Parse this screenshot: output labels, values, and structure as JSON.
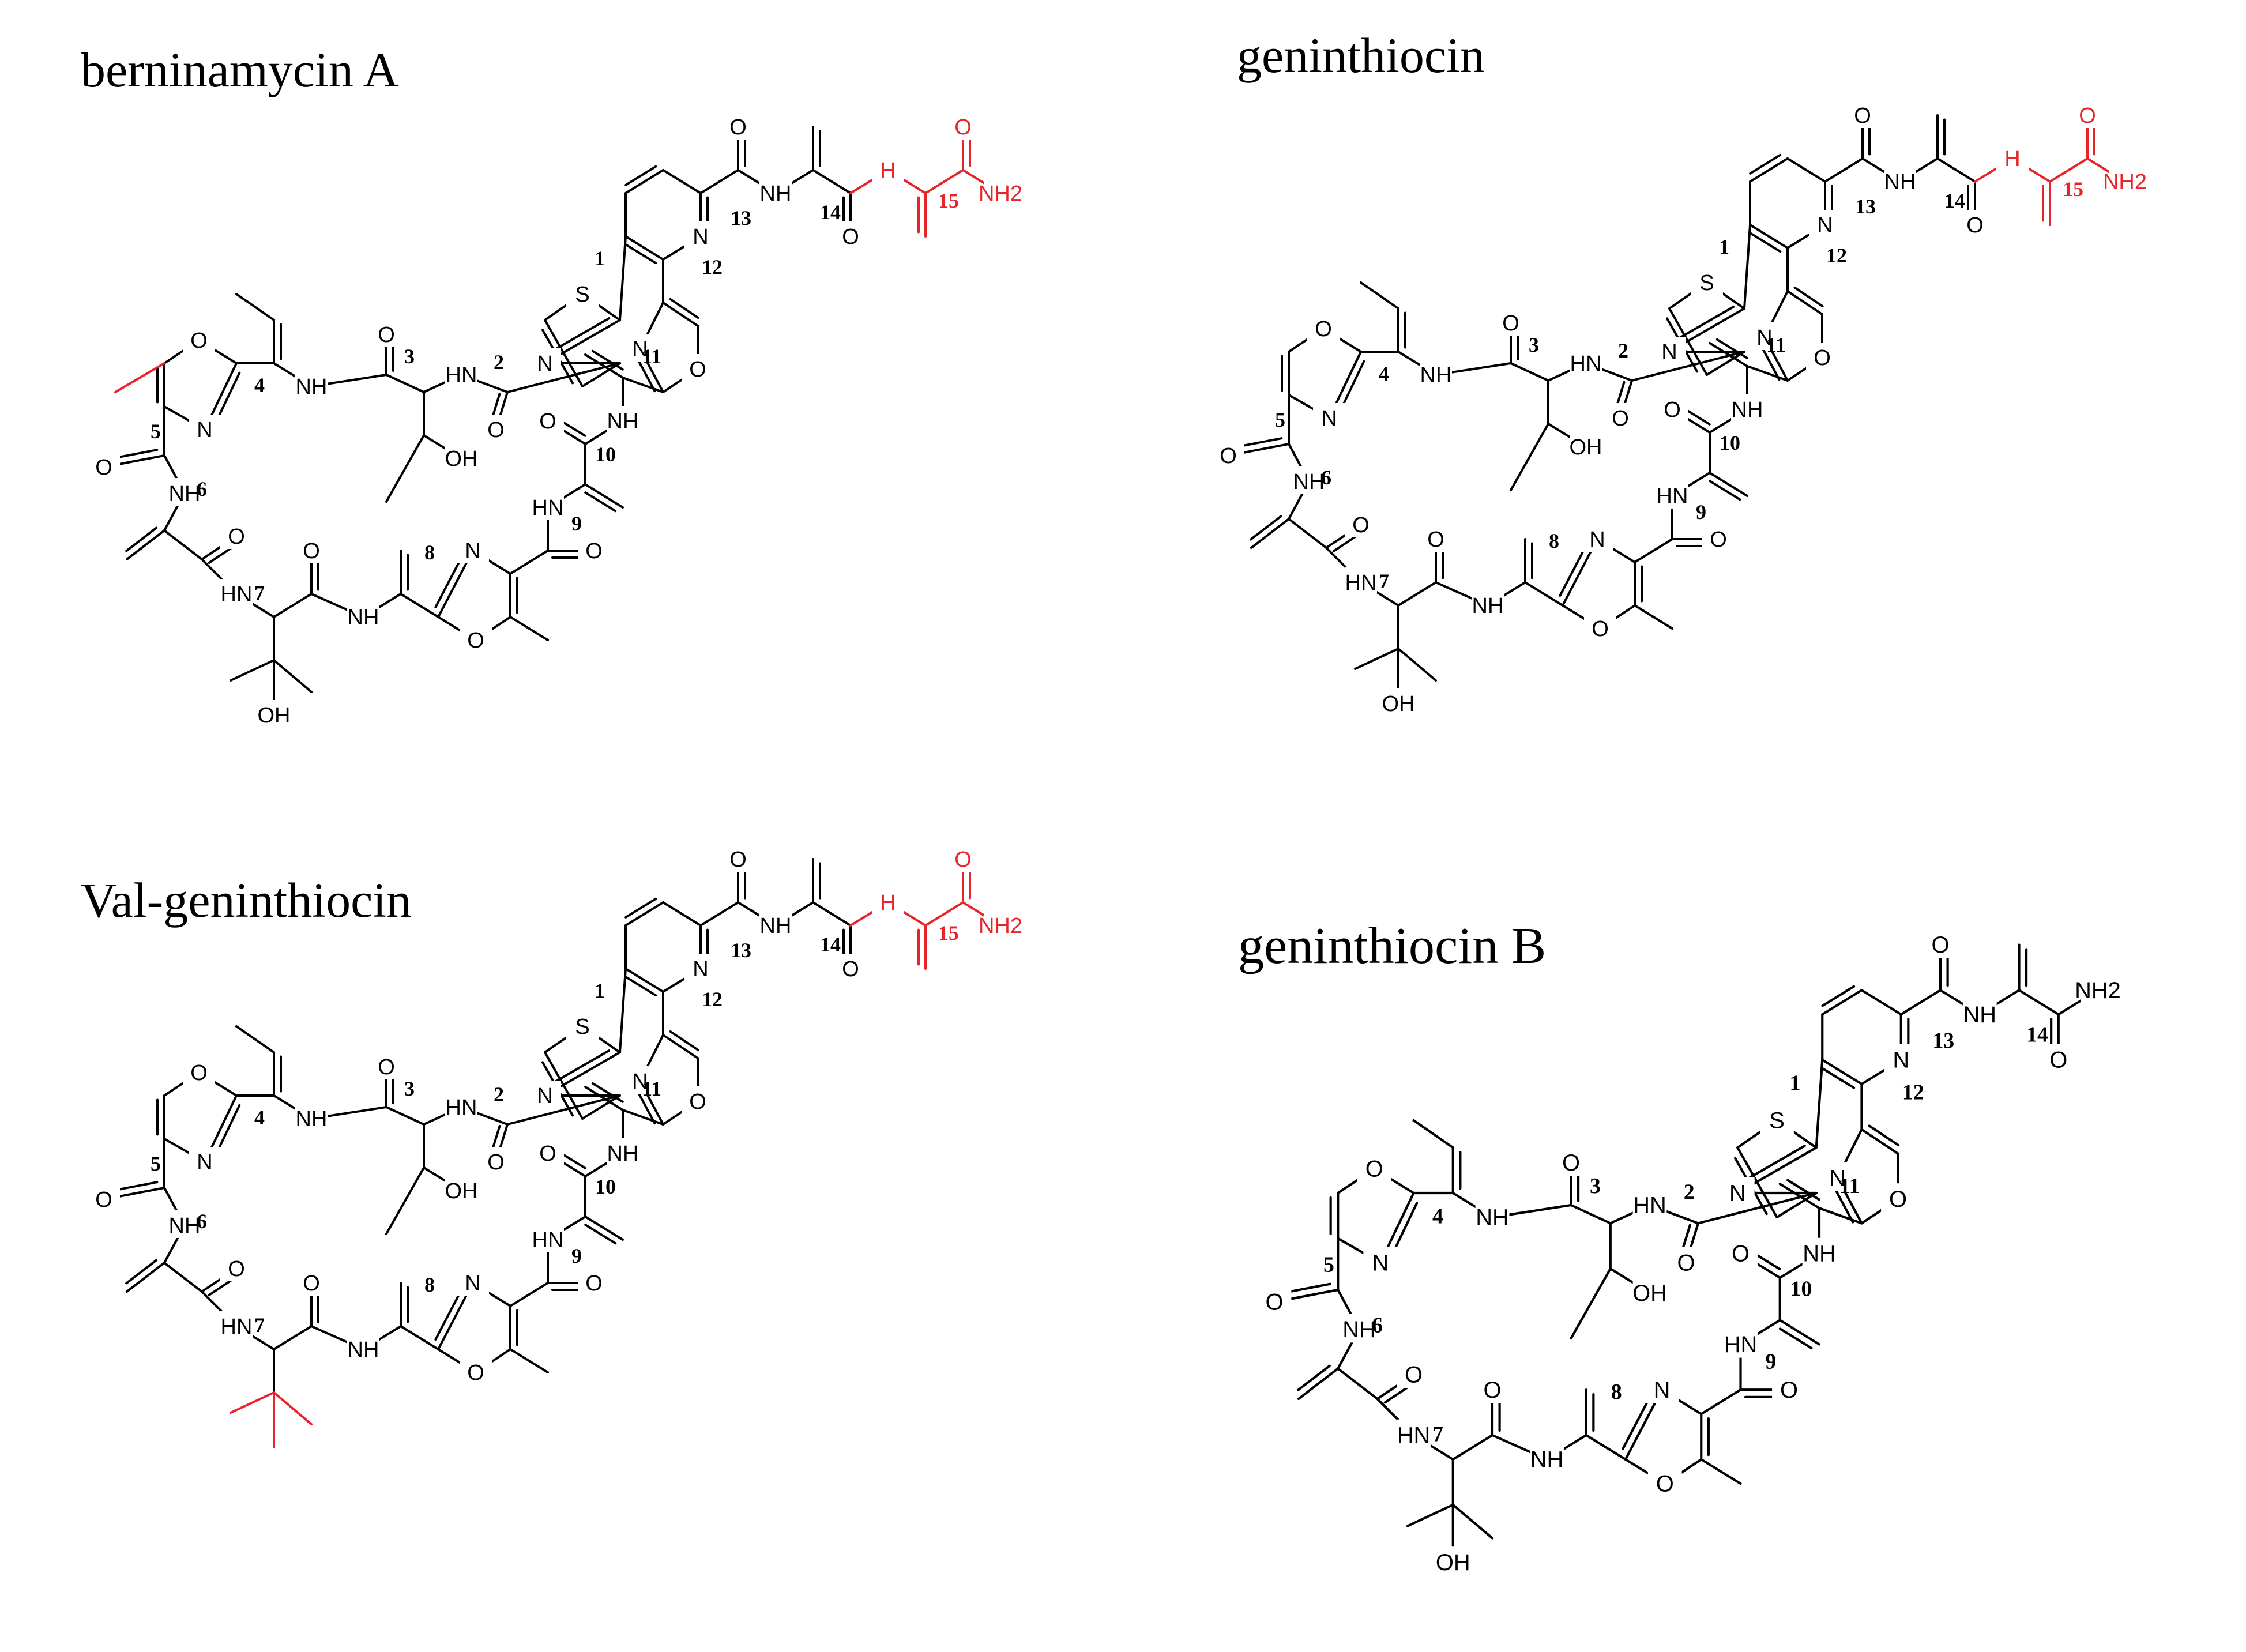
{
  "colors": {
    "default": "#000000",
    "highlight": "#e8242b",
    "background": "#ffffff"
  },
  "molecules": [
    {
      "id": "berninamycin-a",
      "title": "berninamycin A",
      "mark_methyl_oxazole": true,
      "highlight_dha15": true,
      "residue15_present": true,
      "ox_methyl_mark": true,
      "valine_variant": false
    },
    {
      "id": "geninthiocin",
      "title": "geninthiocin",
      "mark_methyl_oxazole": false,
      "highlight_dha15": true,
      "residue15_present": true,
      "valine_variant": false
    },
    {
      "id": "val-geninthiocin",
      "title": "Val-geninthiocin",
      "mark_methyl_oxazole": false,
      "highlight_dha15": true,
      "residue15_present": true,
      "valine_variant": true
    },
    {
      "id": "geninthiocin-b",
      "title": "geninthiocin B",
      "mark_methyl_oxazole": false,
      "highlight_dha15": false,
      "residue15_present": false,
      "valine_variant": false
    }
  ],
  "atom_labels": {
    "S": "S",
    "N": "N",
    "O": "O",
    "NH": "NH",
    "HN": "HN",
    "OH": "OH",
    "H": "H",
    "NH2": "NH2"
  },
  "residue_numbers": [
    "1",
    "2",
    "3",
    "4",
    "5",
    "6",
    "7",
    "8",
    "9",
    "10",
    "11",
    "12",
    "13",
    "14",
    "15"
  ]
}
